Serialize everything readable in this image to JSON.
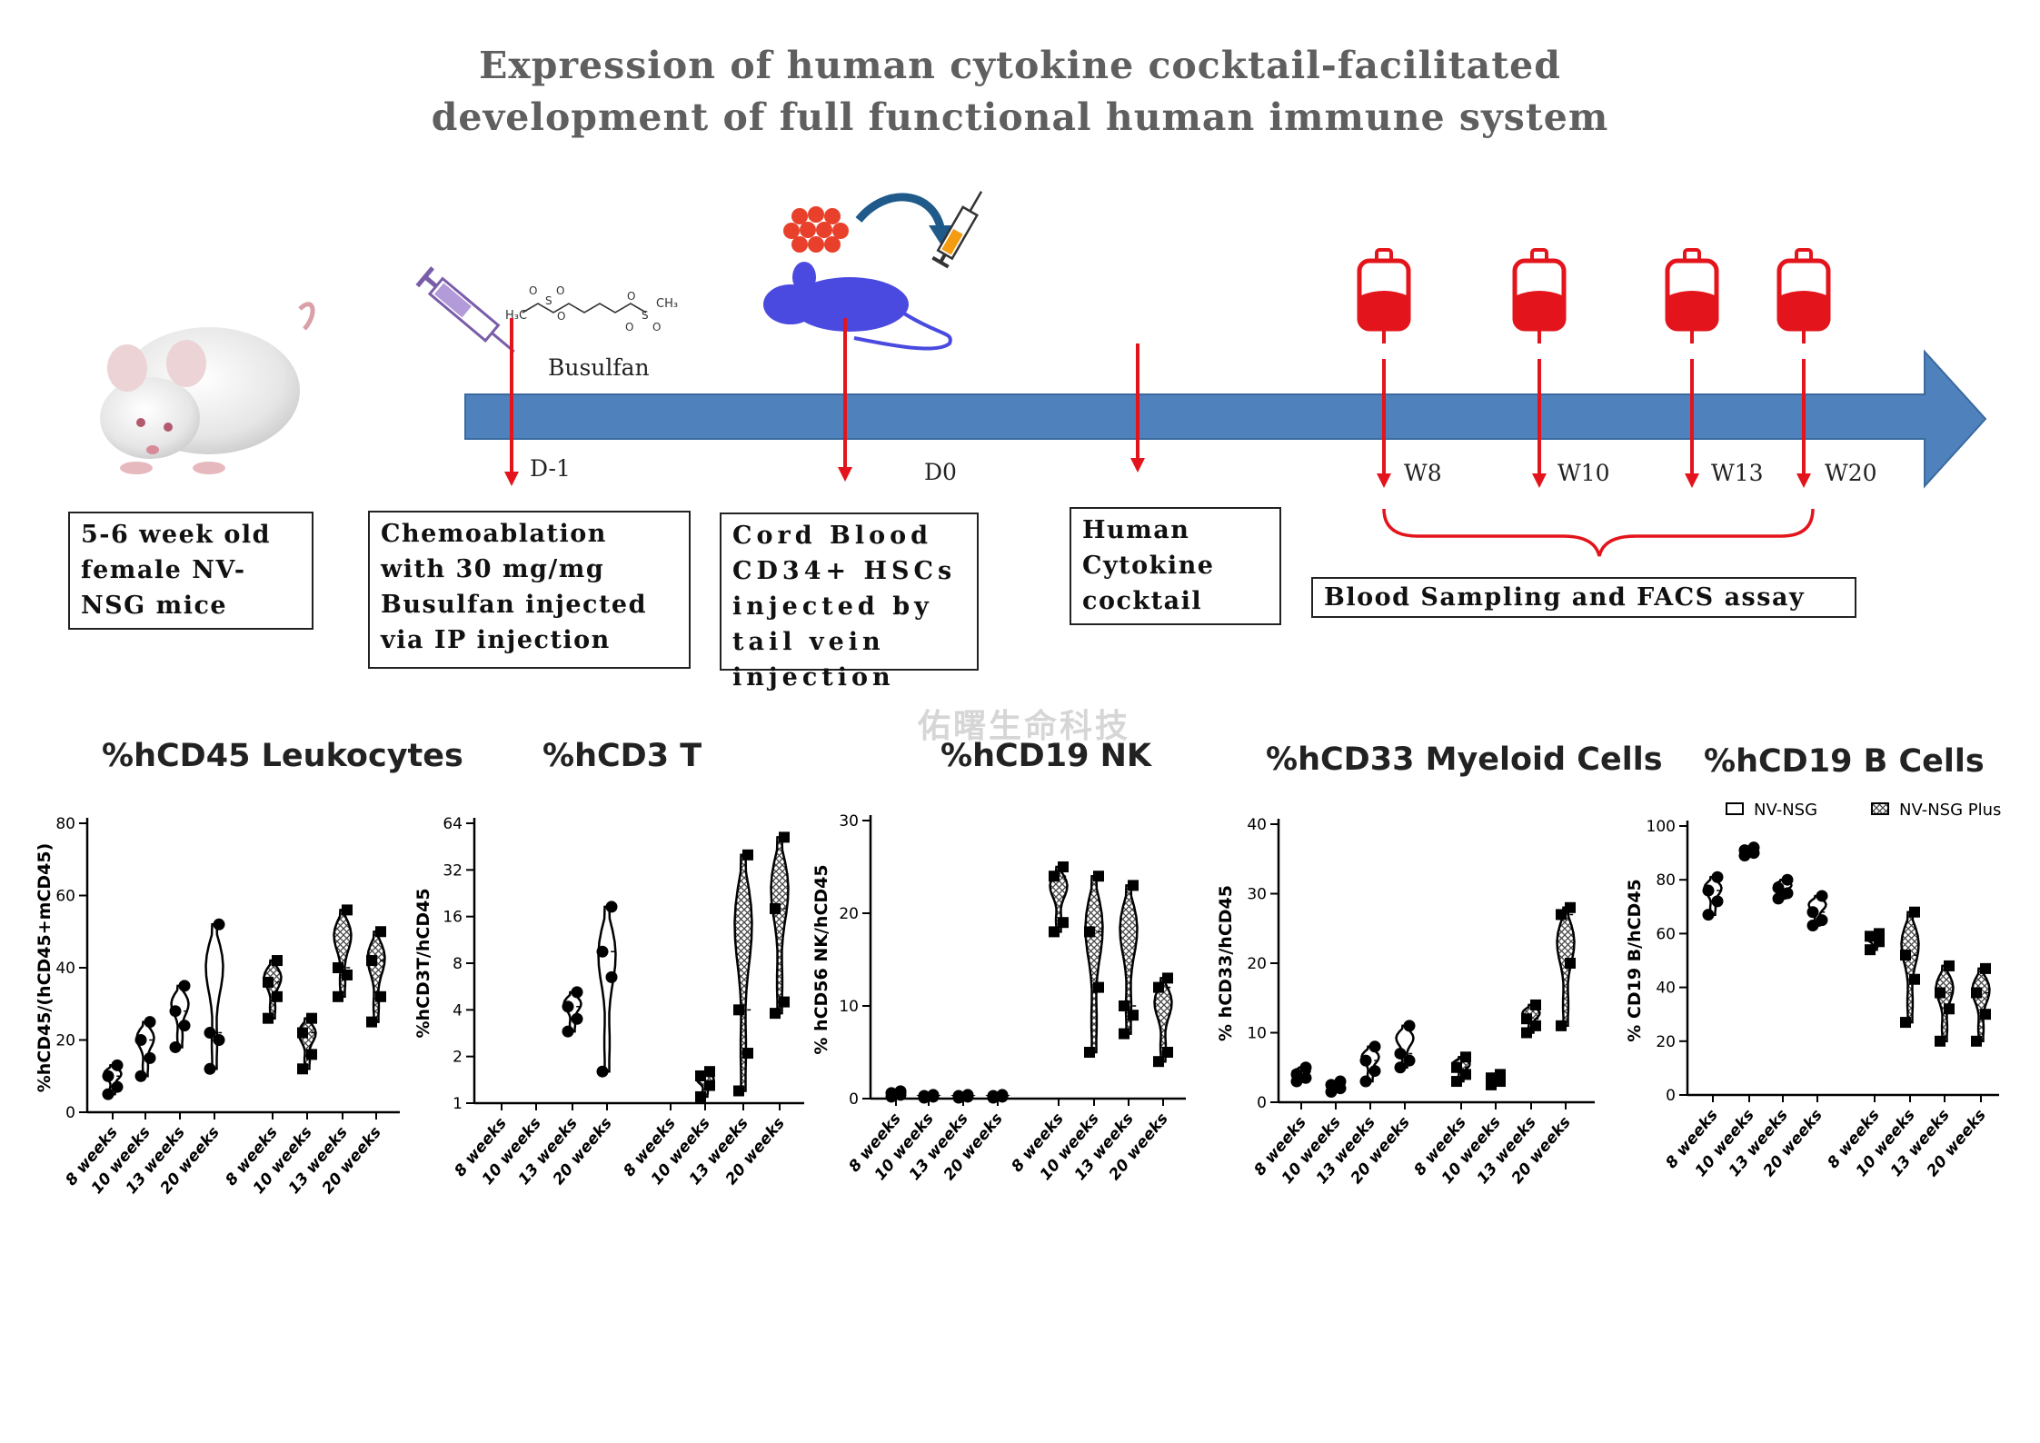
{
  "title": {
    "line1": "Expression of human cytokine cocktail-facilitated",
    "line2": "development of full functional human immune system"
  },
  "timeline": {
    "drug_label": "Busulfan",
    "days": [
      "D-1",
      "D0"
    ],
    "weeks": [
      "W8",
      "W10",
      "W13",
      "W20"
    ]
  },
  "boxes": {
    "mice": "5-6 week old female NV-NSG mice",
    "chemo": "Chemoablation with 30 mg/mg Busulfan injected via IP injection",
    "cord": "Cord Blood CD34+ HSCs injected by tail vein injection",
    "cytokine": "Human Cytokine cocktail",
    "sampling": "Blood Sampling and FACS assay"
  },
  "watermark": "佑曙生命科技",
  "colors": {
    "timeline_fill": "#4f81bd",
    "timeline_edge": "#3a6a9e",
    "arrow_red": "#e3141b",
    "blood_red": "#e3141b",
    "mouse_blue": "#4a4ae0"
  },
  "legend": {
    "open": "NV-NSG",
    "hatched": "NV-NSG Plus"
  },
  "chart_data": [
    {
      "type": "violin",
      "title": "%hCD45 Leukocytes",
      "ylabel": "%hCD45/(hCD45+mCD45)",
      "yscale": "linear",
      "ylim": [
        0,
        80
      ],
      "yticks": [
        0,
        20,
        40,
        60,
        80
      ],
      "categories": [
        "8 weeks",
        "10 weeks",
        "13 weeks",
        "20 weeks",
        "8 weeks",
        "10 weeks",
        "13 weeks",
        "20 weeks"
      ],
      "groups": [
        "open",
        "open",
        "open",
        "open",
        "hatched",
        "hatched",
        "hatched",
        "hatched"
      ],
      "series": [
        {
          "points": [
            5,
            7,
            10,
            13
          ]
        },
        {
          "points": [
            10,
            15,
            20,
            25
          ]
        },
        {
          "points": [
            18,
            24,
            28,
            35
          ]
        },
        {
          "points": [
            12,
            20,
            22,
            52
          ]
        },
        {
          "points": [
            26,
            32,
            36,
            42
          ]
        },
        {
          "points": [
            12,
            16,
            22,
            26
          ]
        },
        {
          "points": [
            32,
            38,
            40,
            56
          ]
        },
        {
          "points": [
            25,
            32,
            42,
            50
          ]
        }
      ]
    },
    {
      "type": "violin",
      "title": "%hCD3 T",
      "ylabel": "%hCD3T/hCD45",
      "yscale": "log2",
      "ylim": [
        1,
        64
      ],
      "yticks": [
        1,
        2,
        4,
        8,
        16,
        32,
        64
      ],
      "categories": [
        "8 weeks",
        "10 weeks",
        "13 weeks",
        "20 weeks",
        "8 weeks",
        "10 weeks",
        "13 weeks",
        "20 weeks"
      ],
      "groups": [
        "open",
        "open",
        "open",
        "open",
        "hatched",
        "hatched",
        "hatched",
        "hatched"
      ],
      "series": [
        {
          "points": []
        },
        {
          "points": []
        },
        {
          "points": [
            2.9,
            3.5,
            4.2,
            5.2
          ]
        },
        {
          "points": [
            1.6,
            6.5,
            9.5,
            18.5
          ]
        },
        {
          "points": []
        },
        {
          "points": [
            1.1,
            1.3,
            1.5,
            1.6
          ]
        },
        {
          "points": [
            1.2,
            2.1,
            4.0,
            40
          ]
        },
        {
          "points": [
            3.8,
            4.5,
            18,
            52
          ]
        }
      ]
    },
    {
      "type": "violin",
      "title": "%hCD19 NK",
      "ylabel": "% hCD56 NK/hCD45",
      "yscale": "linear",
      "ylim": [
        0,
        30
      ],
      "yticks": [
        0,
        10,
        20,
        30
      ],
      "categories": [
        "8 weeks",
        "10 weeks",
        "13 weeks",
        "20 weeks",
        "8 weeks",
        "10 weeks",
        "13 weeks",
        "20 weeks"
      ],
      "groups": [
        "open",
        "open",
        "open",
        "open",
        "hatched",
        "hatched",
        "hatched",
        "hatched"
      ],
      "series": [
        {
          "points": [
            0.2,
            0.4,
            0.6,
            0.8
          ]
        },
        {
          "points": [
            0.1,
            0.2,
            0.3,
            0.4
          ]
        },
        {
          "points": [
            0.1,
            0.2,
            0.3,
            0.4
          ]
        },
        {
          "points": [
            0.1,
            0.2,
            0.3,
            0.4
          ]
        },
        {
          "points": [
            18,
            19,
            24,
            25
          ]
        },
        {
          "points": [
            5,
            12,
            18,
            24
          ]
        },
        {
          "points": [
            7,
            9,
            10,
            23
          ]
        },
        {
          "points": [
            4,
            5,
            12,
            13
          ]
        }
      ]
    },
    {
      "type": "violin",
      "title": "%hCD33 Myeloid Cells",
      "ylabel": "% hCD33/hCD45",
      "yscale": "linear",
      "ylim": [
        0,
        40
      ],
      "yticks": [
        0,
        10,
        20,
        30,
        40
      ],
      "categories": [
        "8 weeks",
        "10 weeks",
        "13 weeks",
        "20 weeks",
        "8 weeks",
        "10 weeks",
        "13 weeks",
        "20 weeks"
      ],
      "groups": [
        "open",
        "open",
        "open",
        "open",
        "hatched",
        "hatched",
        "hatched",
        "hatched"
      ],
      "series": [
        {
          "points": [
            3,
            3.5,
            4,
            5
          ]
        },
        {
          "points": [
            1.5,
            2,
            2.5,
            3
          ]
        },
        {
          "points": [
            3,
            4.5,
            6,
            8
          ]
        },
        {
          "points": [
            5,
            6,
            7,
            11
          ]
        },
        {
          "points": [
            3,
            4,
            5,
            6.5
          ]
        },
        {
          "points": [
            2.5,
            3,
            3.5,
            4
          ]
        },
        {
          "points": [
            10,
            11,
            12,
            14
          ]
        },
        {
          "points": [
            11,
            20,
            27,
            28
          ]
        }
      ]
    },
    {
      "type": "violin",
      "title": "%hCD19 B Cells",
      "ylabel": "% CD19 B/hCD45",
      "yscale": "linear",
      "ylim": [
        0,
        100
      ],
      "yticks": [
        0,
        20,
        40,
        60,
        80,
        100
      ],
      "categories": [
        "8 weeks",
        "10 weeks",
        "13 weeks",
        "20 weeks",
        "8 weeks",
        "10 weeks",
        "13 weeks",
        "20 weeks"
      ],
      "groups": [
        "open",
        "open",
        "open",
        "open",
        "hatched",
        "hatched",
        "hatched",
        "hatched"
      ],
      "series": [
        {
          "points": [
            67,
            72,
            76,
            81
          ]
        },
        {
          "points": [
            89,
            90,
            91,
            92
          ]
        },
        {
          "points": [
            73,
            75,
            77,
            80
          ]
        },
        {
          "points": [
            63,
            65,
            68,
            74
          ]
        },
        {
          "points": [
            54,
            57,
            59,
            60
          ]
        },
        {
          "points": [
            27,
            43,
            52,
            68
          ]
        },
        {
          "points": [
            20,
            32,
            38,
            48
          ]
        },
        {
          "points": [
            20,
            30,
            38,
            47
          ]
        }
      ]
    }
  ]
}
